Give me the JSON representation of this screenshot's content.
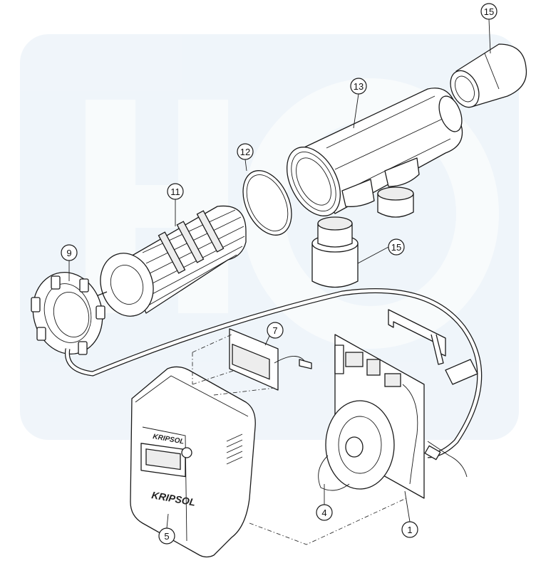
{
  "brand": "KRIPSOL",
  "callouts": [
    {
      "id": "c1",
      "label": "1",
      "part": "power-board"
    },
    {
      "id": "c4",
      "label": "4",
      "part": "transformer"
    },
    {
      "id": "c5",
      "label": "5",
      "part": "control-box-cover"
    },
    {
      "id": "c7",
      "label": "7",
      "part": "display-board"
    },
    {
      "id": "c9",
      "label": "9",
      "part": "cell-nut"
    },
    {
      "id": "c11",
      "label": "11",
      "part": "electrode-cell"
    },
    {
      "id": "c12",
      "label": "12",
      "part": "o-ring"
    },
    {
      "id": "c13",
      "label": "13",
      "part": "cell-housing"
    },
    {
      "id": "c15a",
      "label": "15",
      "part": "pipe-adapter-top"
    },
    {
      "id": "c15b",
      "label": "15",
      "part": "pipe-adapter-bottom"
    }
  ],
  "colors": {
    "line": "#1a1a1a",
    "watermark": "#dce8f2"
  }
}
